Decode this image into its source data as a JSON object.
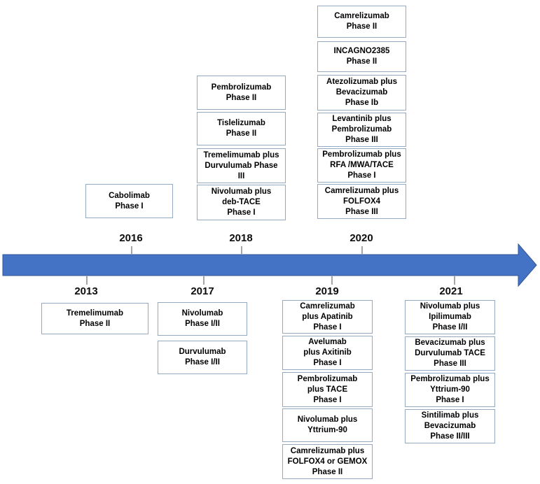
{
  "figure": {
    "background": "#ffffff",
    "arrow_color": "#4472c4",
    "arrow_border_color": "#31549b",
    "box_border_color": "#94a9c2",
    "box_fill": "#ffffff",
    "text_color": "#000000"
  },
  "years_above": [
    {
      "label": "2016",
      "boxes": [
        {
          "text": "Cabolimab\nPhase I"
        }
      ]
    },
    {
      "label": "2018",
      "boxes": [
        {
          "text": "Pembrolizumab\nPhase II"
        },
        {
          "text": "Tislelizumab\nPhase II"
        },
        {
          "text": "Tremelimumab plus\nDurvulumab Phase\nIII"
        },
        {
          "text": "Nivolumab plus\ndeb-TACE\nPhase I"
        }
      ]
    },
    {
      "label": "2020",
      "boxes": [
        {
          "text": "Camrelizumab\nPhase II"
        },
        {
          "text": "INCAGNO2385\nPhase II"
        },
        {
          "text": "Atezolizumab plus\nBevacizumab\nPhase Ib"
        },
        {
          "text": "Levantinib plus\nPembrolizumab\nPhase III"
        },
        {
          "text": "Pembrolizumab plus\nRFA /MWA/TACE\nPhase I"
        },
        {
          "text": "Camrelizumab plus\nFOLFOX4\nPhase III"
        }
      ]
    }
  ],
  "years_below": [
    {
      "label": "2013",
      "boxes": [
        {
          "text": "Tremelimumab\nPhase II"
        }
      ]
    },
    {
      "label": "2017",
      "boxes": [
        {
          "text": "Nivolumab\nPhase I/II"
        },
        {
          "text": "Durvulumab\nPhase I/II"
        }
      ]
    },
    {
      "label": "2019",
      "boxes": [
        {
          "text": "Camrelizumab\nplus Apatinib\nPhase I"
        },
        {
          "text": "Avelumab\nplus Axitinib\nPhase I"
        },
        {
          "text": "Pembrolizumab\nplus TACE\nPhase I"
        },
        {
          "text": "Nivolumab plus\nYttrium-90"
        },
        {
          "text": "Camrelizumab plus\nFOLFOX4 or GEMOX\nPhase II"
        }
      ]
    },
    {
      "label": "2021",
      "boxes": [
        {
          "text": "Nivolumab plus\nIpilimumab\nPhase I/II"
        },
        {
          "text": "Bevacizumab plus\nDurvulumab TACE\nPhase III"
        },
        {
          "text": "Pembrolizumab plus\nYttrium-90\nPhase I"
        },
        {
          "text": "Sintilimab plus\nBevacizumab\nPhase II/III"
        }
      ]
    }
  ]
}
